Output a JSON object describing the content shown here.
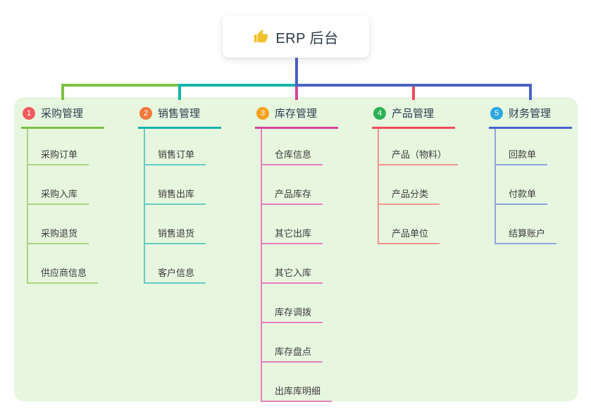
{
  "root": {
    "title": "ERP 后台",
    "icon": "thumbs-up-icon",
    "icon_color": "#f2c12e"
  },
  "branches": [
    {
      "index": "1",
      "label": "采购管理",
      "badge_color": "#f15b5e",
      "line_color": "#7cc141",
      "child_line_color": "#a9d67f",
      "children": [
        "采购订单",
        "采购入库",
        "采购退货",
        "供应商信息"
      ]
    },
    {
      "index": "2",
      "label": "销售管理",
      "badge_color": "#f0793b",
      "line_color": "#16b3a8",
      "child_line_color": "#66cdc4",
      "children": [
        "销售订单",
        "销售出库",
        "销售退货",
        "客户信息"
      ]
    },
    {
      "index": "3",
      "label": "库存管理",
      "badge_color": "#f6a11f",
      "line_color": "#d6459e",
      "child_line_color": "#e780be",
      "children": [
        "仓库信息",
        "产品库存",
        "其它出库",
        "其它入库",
        "库存调拨",
        "库存盘点",
        "出库库明细"
      ]
    },
    {
      "index": "4",
      "label": "产品管理",
      "badge_color": "#2eb156",
      "line_color": "#ee4d5a",
      "child_line_color": "#f4938c",
      "children": [
        "产品（物料）",
        "产品分类",
        "产品单位"
      ]
    },
    {
      "index": "5",
      "label": "财务管理",
      "badge_color": "#2ea7df",
      "line_color": "#4a63c8",
      "child_line_color": "#8ea6e0",
      "children": [
        "回款单",
        "付款单",
        "结算账户"
      ]
    }
  ],
  "connectors": {
    "root_line_color": "#4b5fc5"
  },
  "colors": {
    "panel_bg": "#e7f6df",
    "card_bg": "#ffffff",
    "title_text": "#2b3a4a",
    "branch_text": "#2e3d4e",
    "child_text": "#3d3d3d"
  }
}
